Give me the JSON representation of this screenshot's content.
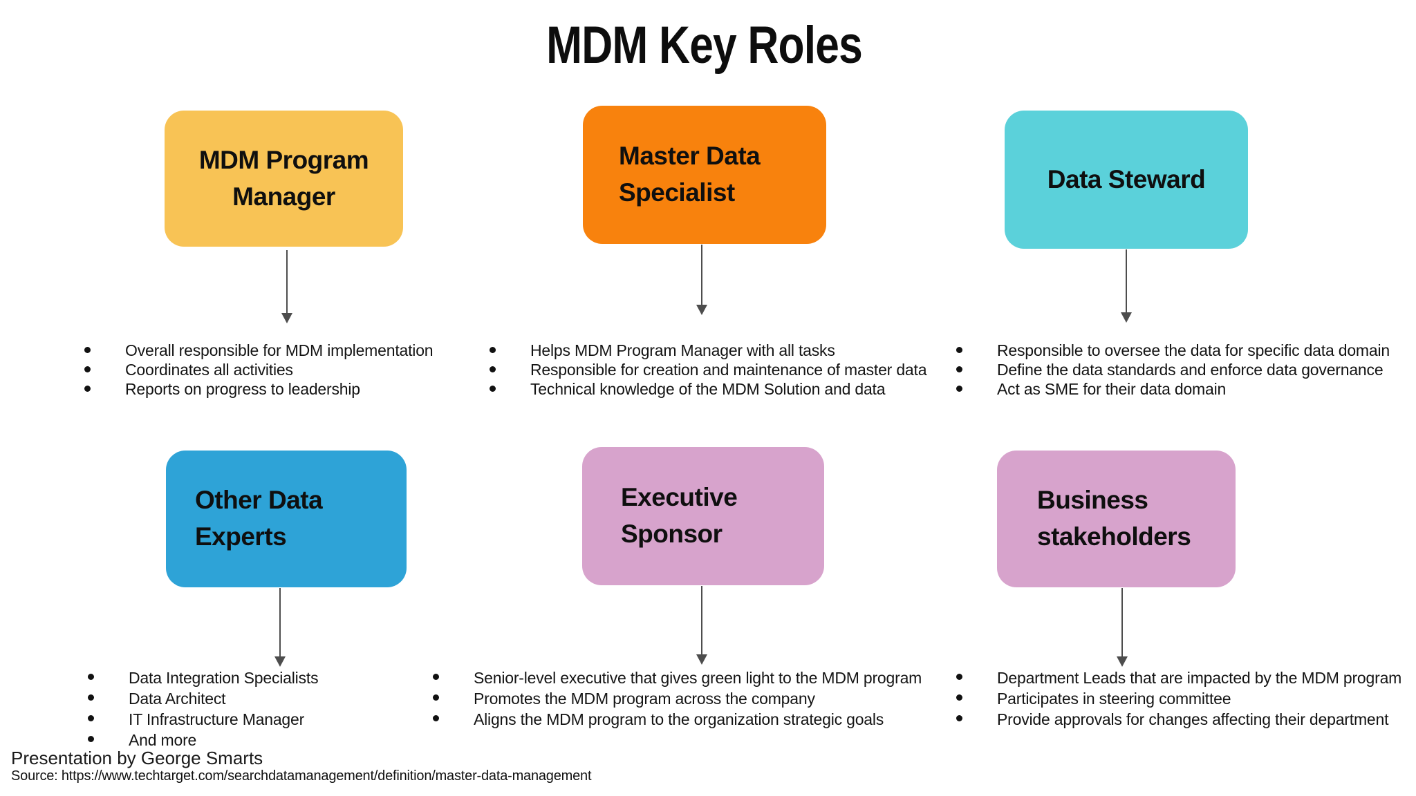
{
  "title": "MDM Key Roles",
  "roles": [
    {
      "name": "MDM Program Manager",
      "color": "#F8C355",
      "bullets": [
        "Overall responsible for MDM implementation",
        "Coordinates all activities",
        "Reports on progress to leadership"
      ]
    },
    {
      "name": "Master Data Specialist",
      "color": "#F8820D",
      "bullets": [
        "Helps MDM Program Manager with all tasks",
        "Responsible for creation and maintenance of master data",
        "Technical knowledge of the MDM Solution and data"
      ]
    },
    {
      "name": "Data Steward",
      "color": "#5BD1DA",
      "bullets": [
        "Responsible to oversee the data for specific data domain",
        "Define the data standards and enforce data governance",
        "Act as SME for their data domain"
      ]
    },
    {
      "name": "Other Data Experts",
      "color": "#2EA3D7",
      "bullets": [
        "Data Integration Specialists",
        "Data Architect",
        "IT Infrastructure Manager",
        "And more"
      ]
    },
    {
      "name": "Executive Sponsor",
      "color": "#D7A3CC",
      "bullets": [
        "Senior-level executive that gives green light to the MDM program",
        "Promotes the MDM program across the company",
        "Aligns the MDM program to the organization strategic goals"
      ]
    },
    {
      "name": "Business stakeholders",
      "color": "#D7A3CC",
      "bullets": [
        "Department Leads that are impacted by the MDM program",
        "Participates in steering committee",
        "Provide approvals for changes affecting their department"
      ]
    }
  ],
  "footer": {
    "byline": "Presentation by George Smarts",
    "source": "Source: https://www.techtarget.com/searchdatamanagement/definition/master-data-management"
  }
}
